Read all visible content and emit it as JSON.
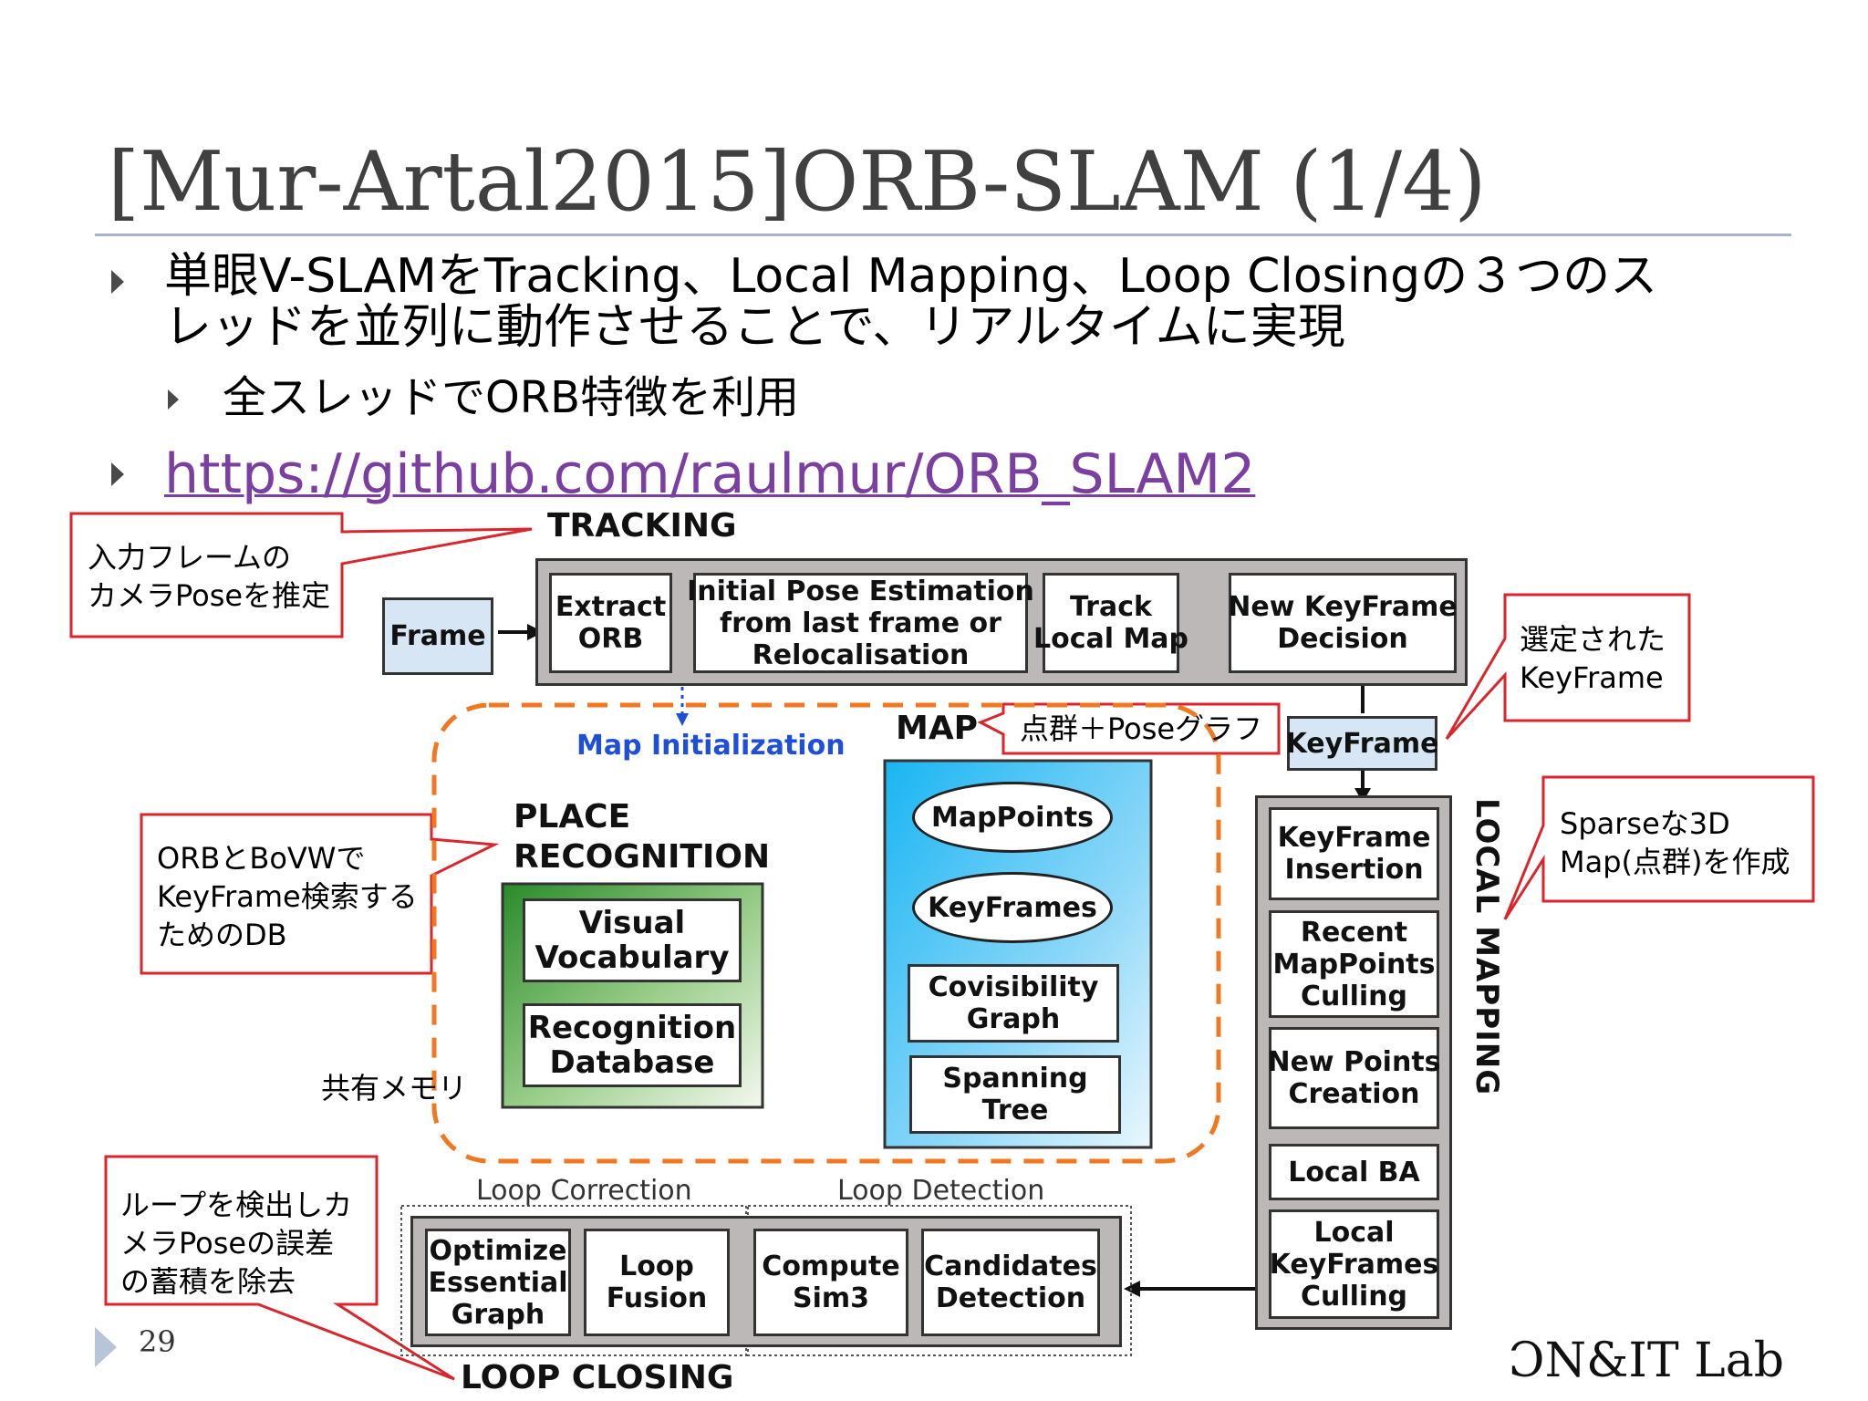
{
  "slide": {
    "title": "[Mur-Artal2015]ORB-SLAM (1/4)",
    "bullet1_line1": "単眼V-SLAMをTracking、Local Mapping、Loop Closingの３つのス",
    "bullet1_line2": "レッドを並列に動作させることで、リアルタイムに実現",
    "bullet1_sub": "全スレッドでORB特徴を利用",
    "link": "https://github.com/raulmur/ORB_SLAM2",
    "page_number": "29",
    "footer_logo": "ƆN&IT Lab"
  },
  "callouts": {
    "tracking_line1": "入力フレームの",
    "tracking_line2": "カメラPoseを推定",
    "keyframe_line1": "選定された",
    "keyframe_line2": "KeyFrame",
    "map_note": "点群＋Poseグラフ",
    "local_line1": "Sparseな3D",
    "local_line2": "Map(点群)を作成",
    "place_line1": "ORBとBoVWで",
    "place_line2": "KeyFrame検索する",
    "place_line3": "ためのDB",
    "shared_memory": "共有メモリ",
    "loop_line1": "ループを検出しカ",
    "loop_line2": "メラPoseの誤差",
    "loop_line3": "の蓄積を除去"
  },
  "diagram": {
    "tracking_title": "TRACKING",
    "frame": "Frame",
    "extract_orb": "Extract\nORB",
    "initial_pose": "Initial Pose Estimation\nfrom last frame or\nRelocalisation",
    "track_local_map": "Track\nLocal Map",
    "new_keyframe": "New KeyFrame\nDecision",
    "map_initialization": "Map Initialization",
    "map_title": "MAP",
    "map_points": "MapPoints",
    "keyframes": "KeyFrames",
    "covisibility": "Covisibility\nGraph",
    "spanning": "Spanning\nTree",
    "place_recognition": "PLACE\nRECOGNITION",
    "visual_vocabulary": "Visual\nVocabulary",
    "recognition_db": "Recognition\nDatabase",
    "keyframe_box": "KeyFrame",
    "local_mapping_title": "LOCAL MAPPING",
    "kf_insertion": "KeyFrame\nInsertion",
    "recent_culling": "Recent\nMapPoints\nCulling",
    "new_points": "New Points\nCreation",
    "local_ba": "Local BA",
    "local_kf_culling": "Local\nKeyFrames\nCulling",
    "loop_correction": "Loop Correction",
    "loop_detection": "Loop Detection",
    "optimize_essential": "Optimize\nEssential\nGraph",
    "loop_fusion": "Loop\nFusion",
    "compute_sim3": "Compute\nSim3",
    "candidates_detection": "Candidates\nDetection",
    "loop_closing_title": "LOOP CLOSING"
  },
  "colors": {
    "callout_border": "#d9262c",
    "shared_memory_border": "#f07820",
    "map_initialization": "#1e4fd6",
    "link": "#7a3fa0"
  }
}
